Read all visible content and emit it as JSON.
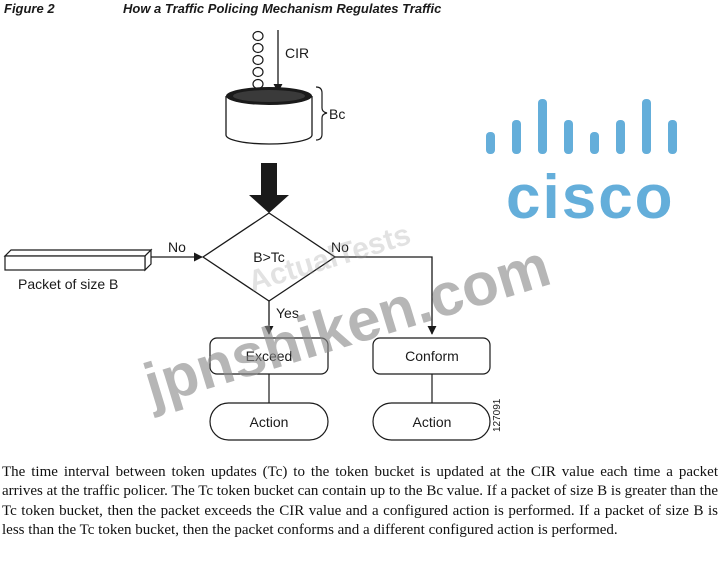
{
  "header": {
    "figure_label": "Figure 2",
    "title": "How a Traffic Policing Mechanism Regulates Traffic"
  },
  "diagram": {
    "cir_label": "CIR",
    "bc_label": "Bc",
    "packet_label": "Packet of size B",
    "decision_label": "B>Tc",
    "no_left_label": "No",
    "no_right_label": "No",
    "yes_label": "Yes",
    "exceed_label": "Exceed",
    "conform_label": "Conform",
    "action_left_label": "Action",
    "action_right_label": "Action",
    "figure_id": "127091"
  },
  "watermarks": {
    "logo_text": "cisco",
    "site_text": "jpnshiken.com",
    "faint_text": "ActualTests"
  },
  "caption": "The time interval between token updates (Tc) to the token bucket is updated at the CIR value each time a packet arrives at the traffic policer. The Tc token bucket can contain up to the Bc value. If a packet of size B is greater than the Tc token bucket, then the packet exceeds the CIR value and a configured action is performed. If a packet of size B is less than the Tc token bucket, then the packet conforms and a different configured action is performed.",
  "colors": {
    "ink": "#1a1a1a",
    "logo_blue": "#4aa0d4",
    "watermark_gray": "#8a8a8a"
  }
}
